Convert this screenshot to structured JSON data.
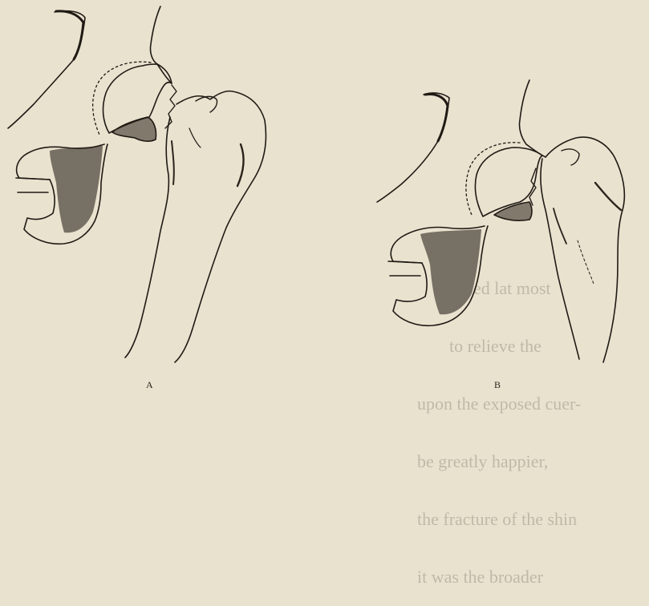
{
  "figure": {
    "panels": [
      {
        "id": "A",
        "label": "A"
      },
      {
        "id": "B",
        "label": "B"
      }
    ]
  },
  "bleed_through": {
    "lines": [
      "ed lat most",
      "to relieve the",
      "upon the exposed cuer-",
      "be greatly happier,",
      "the fracture of the shin",
      "it was the broader"
    ]
  },
  "colors": {
    "paper": "#e9e2cf",
    "ink": "#1f1a14",
    "shading": "#2b241c"
  }
}
